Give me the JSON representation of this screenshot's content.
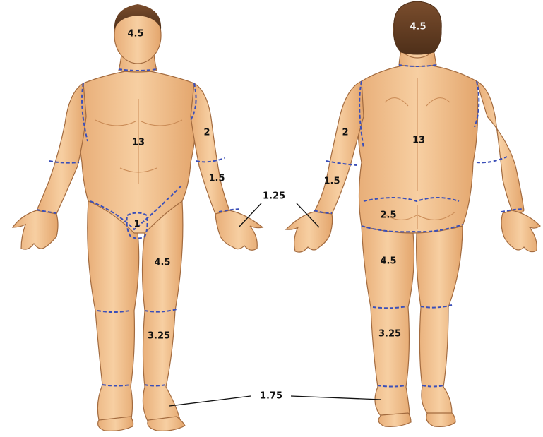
{
  "figure": {
    "skin_color": "#f2c391",
    "skin_shadow": "#d99d66",
    "outline_color": "#a36b3f",
    "hair_color": "#6b4327",
    "boundary_color": "#3b4fb8",
    "label_color": "#111111"
  },
  "front": {
    "head": "4.5",
    "trunk": "13",
    "upper_arm": "2",
    "forearm": "1.5",
    "genitals": "1",
    "thigh": "4.5",
    "lower_leg": "3.25"
  },
  "back": {
    "head": "4.5",
    "trunk": "13",
    "upper_arm": "2",
    "forearm": "1.5",
    "buttock": "2.5",
    "thigh": "4.5",
    "lower_leg": "3.25"
  },
  "shared": {
    "hand": "1.25",
    "foot": "1.75"
  }
}
